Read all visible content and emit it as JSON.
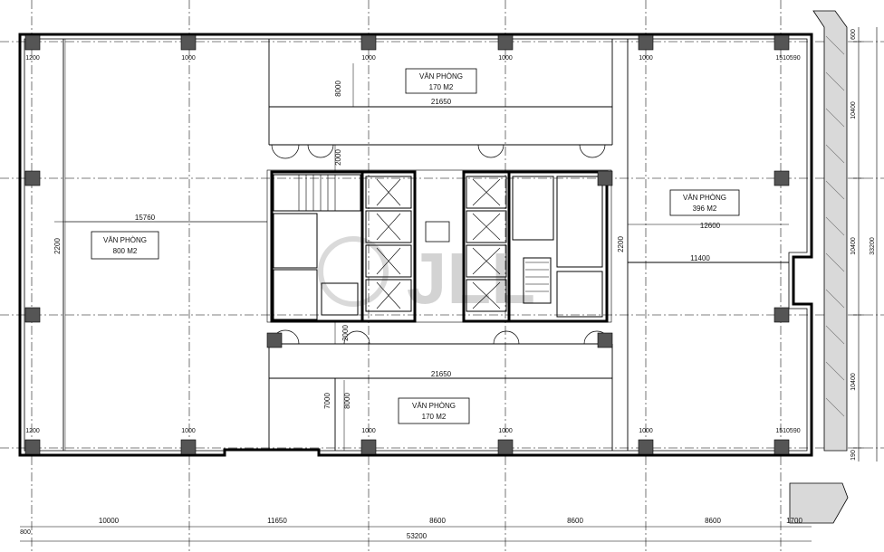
{
  "rooms": {
    "west": {
      "name": "VĂN PHÒNG",
      "area": "800 M2"
    },
    "north": {
      "name": "VĂN PHÒNG",
      "area": "170 M2"
    },
    "east": {
      "name": "VĂN PHÒNG",
      "area": "396 M2"
    },
    "south": {
      "name": "VĂN PHÒNG",
      "area": "170 M2"
    }
  },
  "dimensions": {
    "west_span": "15760",
    "west_depth": "2200",
    "north_span": "21650",
    "north_depth": "8000",
    "north_core": "2000",
    "south_span": "21650",
    "south_depth_a": "7000",
    "south_depth_b": "8000",
    "south_core": "2000",
    "east_span_a": "12600",
    "east_span_b": "11400",
    "east_depth": "2200",
    "col_tag": "1000",
    "corner_tag": "1200",
    "east_corner_tag": "1510590",
    "bottom_total": "53200",
    "bottom_segments": [
      "10000",
      "11650",
      "8600",
      "8600",
      "8600",
      "1700"
    ],
    "bottom_left": "800",
    "right_segments": [
      "600",
      "10400",
      "10400",
      "10400",
      "190"
    ],
    "right_total": "33200"
  },
  "watermark": "JLL"
}
